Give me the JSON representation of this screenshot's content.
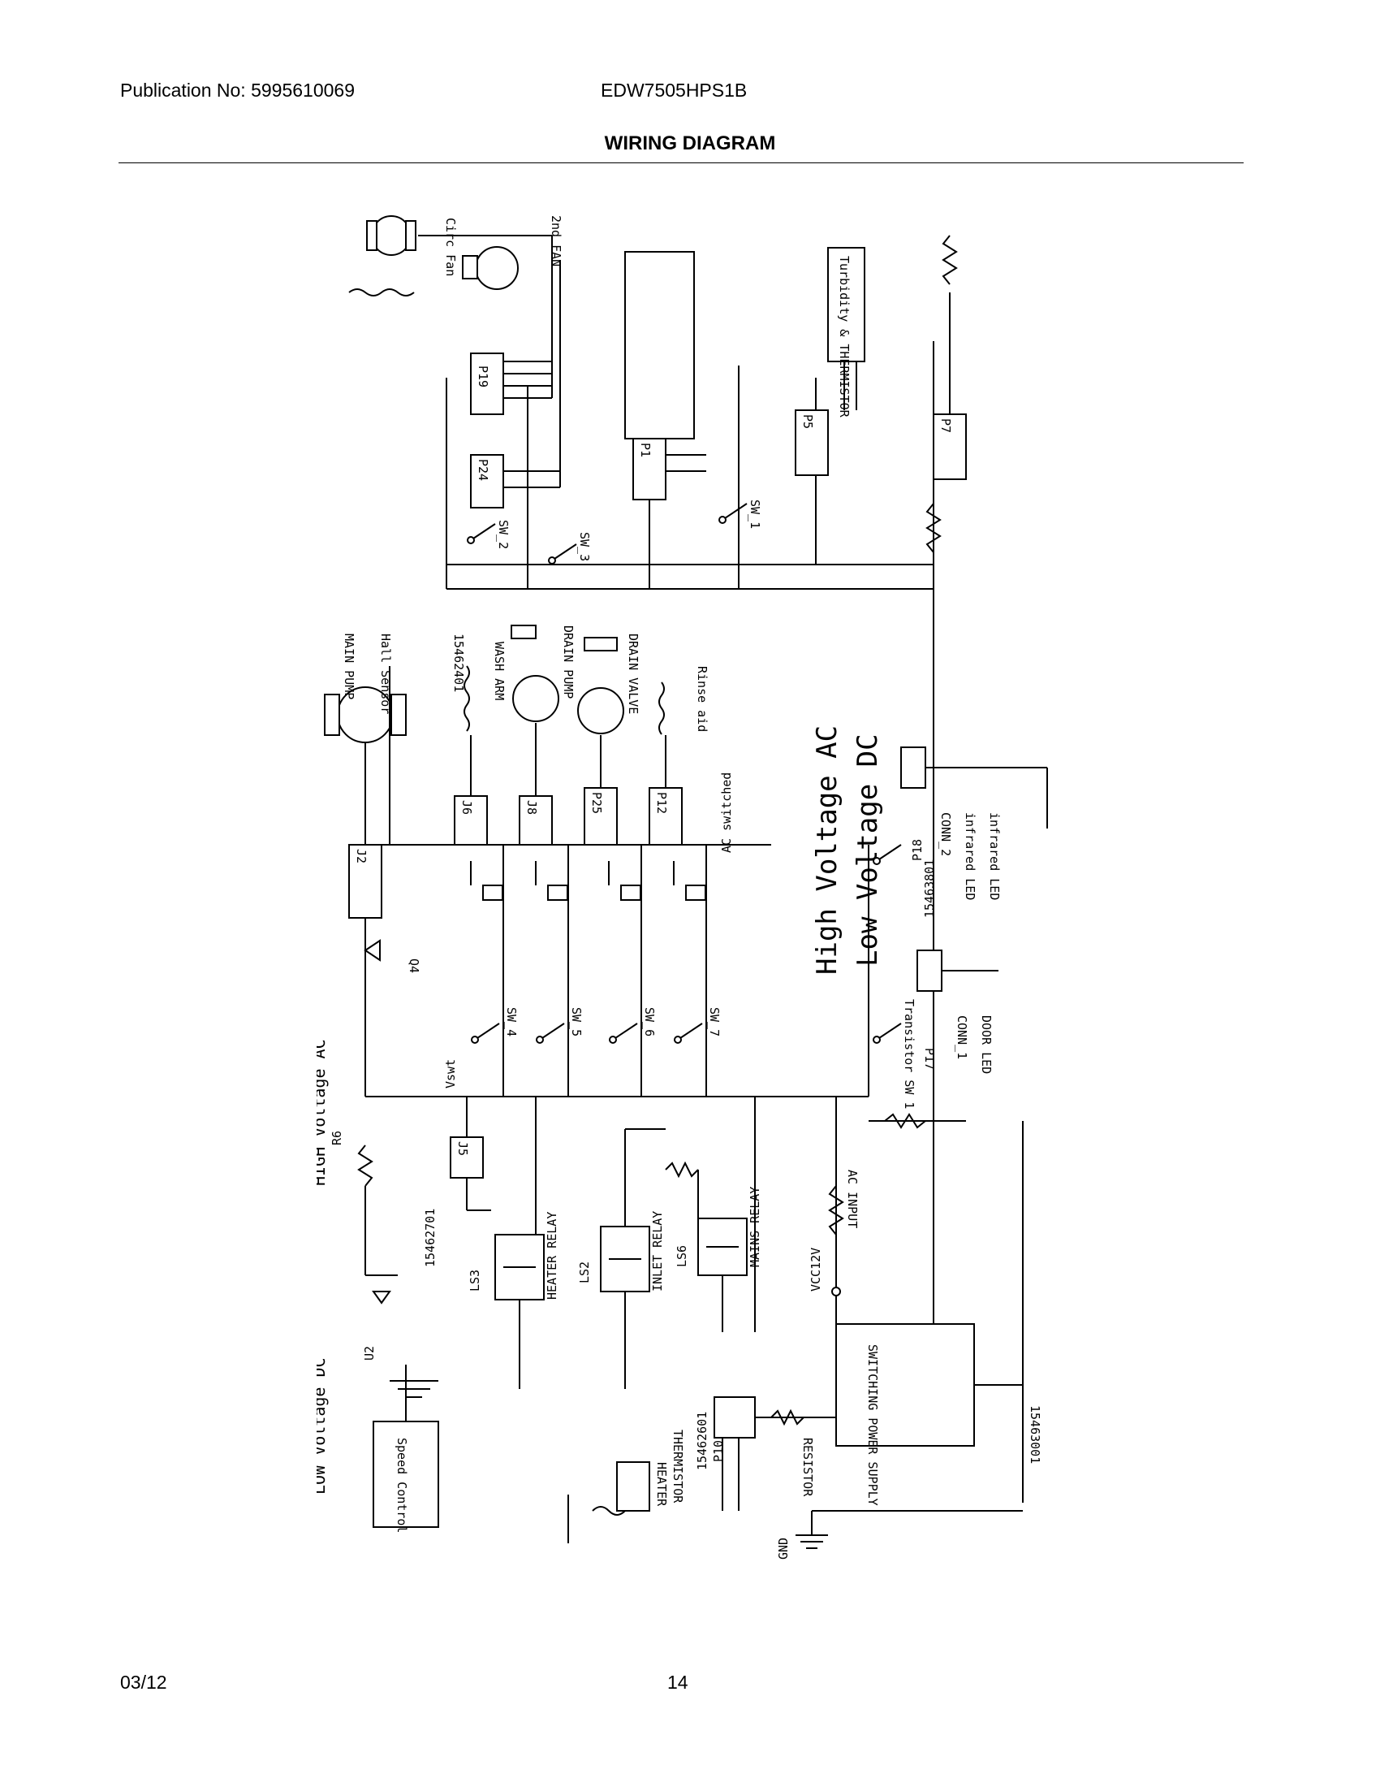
{
  "header": {
    "publication": "Publication No: 5995610069",
    "model": "EDW7505HPS1B",
    "title": "WIRING DIAGRAM"
  },
  "footer": {
    "date": "03/12",
    "page": "14"
  },
  "diagram": {
    "section_labels": {
      "high_voltage_ac_main": "High Voltage AC",
      "low_voltage_dc_main": "Low Voltage DC",
      "high_voltage_ac_left": "HIGH Voltage AC",
      "low_voltage_dc_left": "LOW Voltage DC"
    },
    "connectors": {
      "p19": "P19",
      "p24": "P24",
      "p1": "P1",
      "p5": "P5",
      "p7": "P7",
      "j2": "J2",
      "j6": "J6",
      "j8": "J8",
      "p25": "P25",
      "p12": "P12",
      "p18": "P18",
      "p17": "P17",
      "j5": "J5",
      "p10": "P10"
    },
    "components": {
      "circ_fan": "Circ Fan",
      "second_fan": "2nd FAN",
      "turbidity": "Turbidity & THERMISTOR",
      "main_pump": "MAIN PUMP",
      "wash_arm": "WASH ARM",
      "drain_pump": "DRAIN PUMP",
      "drain_valve": "DRAIN VALVE",
      "rinse_aid": "Rinse aid",
      "heater": "HEATER",
      "switching_power_supply": "SWITCHING POWER SUPPLY",
      "speed_control": "Speed Control",
      "infrared_1": "infrared LED",
      "infrared_2": "infrared LED",
      "door_led": "DOOR LED",
      "conn_2": "CONN_2",
      "conn_1": "CONN_1",
      "vcc12v": "VCC12V",
      "ac_switched": "AC switched",
      "ac_input": "AC INPUT",
      "gnd": "GND",
      "resistor": "RESISTOR",
      "hall_sensor": "Hall Sensor",
      "thermistor_label": "THERMISTOR"
    },
    "relays": {
      "ls3": "LS3",
      "ls2": "LS2",
      "ls6": "LS6",
      "heater_relay": "HEATER RELAY",
      "inlet_relay": "INLET RELAY",
      "mains_relay": "MAINS RELAY"
    },
    "switches": {
      "sw1": "SW_1",
      "sw2": "SW_2",
      "sw3": "SW_3",
      "sw4": "SW_4",
      "sw5": "SW_5",
      "sw6": "SW_6",
      "sw7": "SW_7",
      "transistor": "Transistor SW 1"
    },
    "notes": {
      "part1": "15462701",
      "part2": "15462601",
      "part3": "15462401",
      "part4": "15463801",
      "part5": "15463001",
      "vswt": "Vswt",
      "q4": "Q4",
      "u2": "U2",
      "r6": "R6"
    }
  }
}
